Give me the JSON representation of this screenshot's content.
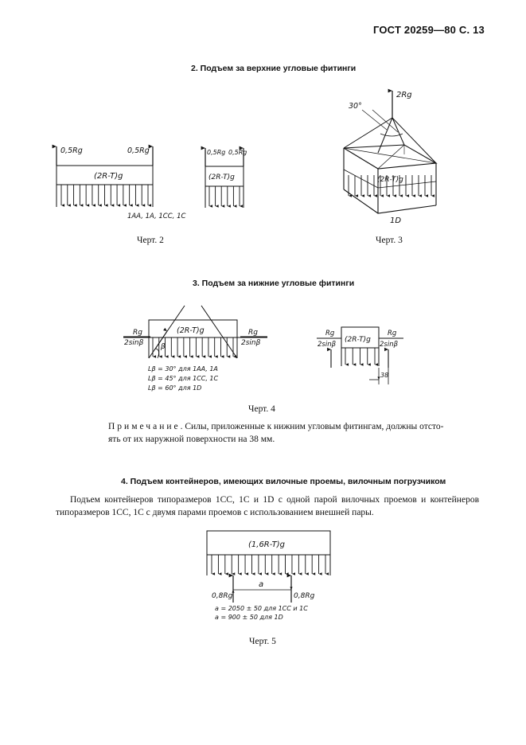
{
  "header": {
    "title": "ГОСТ 20259—80 С. 13"
  },
  "section2": {
    "title": "2. Подъем за верхние угловые фитинги",
    "fig2": {
      "caption": "Черт. 2",
      "load_label_a": "(2R-T)g",
      "left_force": "0,5Rg",
      "right_force": "0,5Rg",
      "sizes_label": "1AA, 1A, 1CC, 1C",
      "load_label_b": "(2R-T)g",
      "small_left_force": "0,5Rg",
      "small_right_force": "0,5Rg"
    },
    "fig3": {
      "caption": "Черт. 3",
      "top_force": "2Rg",
      "angle": "30°",
      "load_label": "(2R-T)g",
      "size_label": "1D"
    }
  },
  "section3": {
    "title": "3. Подъем за нижние угловые фитинги",
    "fig4": {
      "caption": "Черт. 4",
      "left_force_num": "Rg",
      "left_force_den": "2sinβ",
      "right_force_num": "Rg",
      "right_force_den": "2sinβ",
      "load_label": "(2R-T)g",
      "beta": "β",
      "angles": [
        "Lβ = 30°  для 1AA, 1A",
        "Lβ = 45°  для 1CC, 1C",
        "Lβ = 60°  для 1D"
      ],
      "load_label_b": "(2R-T)g",
      "b_left_num": "Rg",
      "b_left_den": "2sinβ",
      "b_right_num": "Rg",
      "b_right_den": "2sinβ",
      "offset_dim": "38"
    },
    "note": {
      "label": "Примечание",
      "text": ". Силы, приложенные к нижним угловым фитингам, должны отсто-ять от их наружной поверхности на 38 мм."
    }
  },
  "section4": {
    "title": "4. Подъем контейнеров, имеющих вилочные проемы, вилочным погрузчиком",
    "paragraph": "Подъем контейнеров типоразмеров 1CC, 1C и 1D с одной парой вилочных проемов и контейнеров типоразмеров 1CC, 1C с двумя парами проемов с использованием внешней пары.",
    "fig5": {
      "caption": "Черт. 5",
      "load_label": "(1,6R-T)g",
      "span_label": "a",
      "left_force": "0,8Rg",
      "right_force": "0,8Rg",
      "dims": [
        "a = 2050 ± 50  для 1CC и 1C",
        "a = 900 ± 50  для 1D"
      ]
    }
  }
}
